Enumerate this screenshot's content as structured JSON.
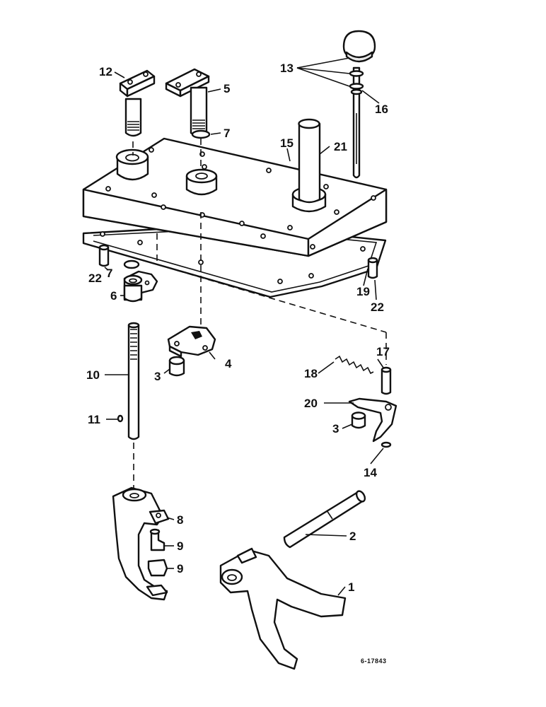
{
  "diagram": {
    "figure_code": "6-17843",
    "callouts": {
      "c1": "1",
      "c2": "2",
      "c3a": "3",
      "c3b": "3",
      "c4": "4",
      "c5": "5",
      "c6": "6",
      "c7a": "7",
      "c7b": "7",
      "c8": "8",
      "c9a": "9",
      "c9b": "9",
      "c10": "10",
      "c11": "11",
      "c12": "12",
      "c13": "13",
      "c14": "14",
      "c15": "15",
      "c16": "16",
      "c17": "17",
      "c18": "18",
      "c19": "19",
      "c20": "20",
      "c21": "21",
      "c22a": "22",
      "c22b": "22"
    }
  }
}
